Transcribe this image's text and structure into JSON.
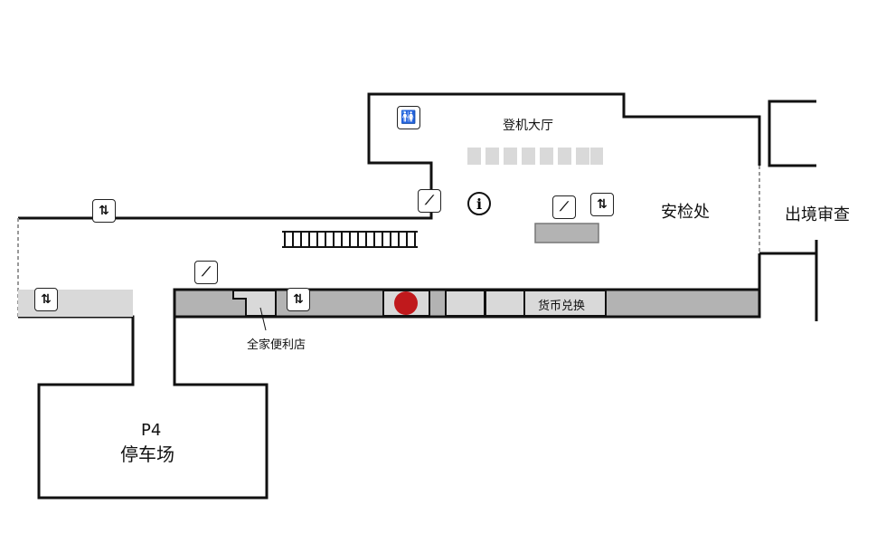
{
  "areas": {
    "departure_hall": "登机大厅",
    "security": "安检处",
    "immigration": "出境审查",
    "currency_exchange": "货币兑换",
    "convenience_store": "全家便利店",
    "parking_level": "P4",
    "parking": "停车场"
  },
  "colors": {
    "wall": "#111111",
    "shop_dark": "#b3b3b3",
    "shop_light": "#d9d9d9",
    "location_marker": "#c0191c"
  },
  "icons": [
    "restroom-icon",
    "escalator-icon",
    "elevator-icon",
    "info-icon",
    "stairs-icon",
    "current-location-marker"
  ]
}
